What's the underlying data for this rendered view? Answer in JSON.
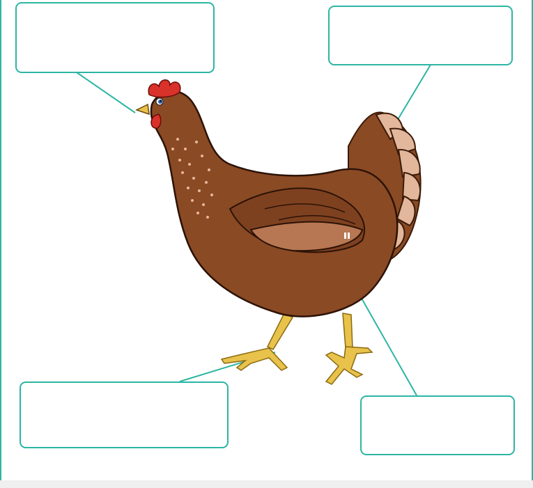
{
  "worksheet": {
    "subject": "hen",
    "labels": [
      {
        "id": "top-left",
        "points_to": "beak",
        "text": ""
      },
      {
        "id": "top-right",
        "points_to": "tail-feathers",
        "text": ""
      },
      {
        "id": "bottom-left",
        "points_to": "foot",
        "text": ""
      },
      {
        "id": "bottom-right",
        "points_to": "wing",
        "text": ""
      }
    ]
  },
  "colors": {
    "accent": "#2cb5a3",
    "body": "#8a4a24",
    "body_dark": "#6b3518",
    "wing": "#b77752",
    "comb": "#d8322b",
    "legs": "#e8c24a",
    "spots": "#e7b89c"
  }
}
